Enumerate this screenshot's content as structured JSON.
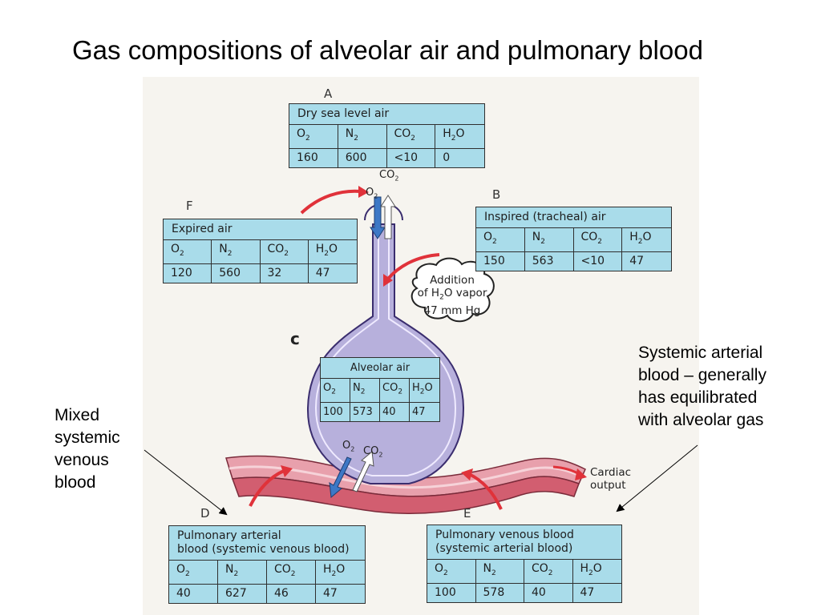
{
  "slide": {
    "title": "Gas compositions of alveolar air and pulmonary blood"
  },
  "panels": {
    "A": {
      "letter": "A",
      "title_lines": [
        "Dry sea level air"
      ],
      "headers": [
        "O2",
        "N2",
        "CO2",
        "H2O"
      ],
      "values": [
        "160",
        "600",
        "<10",
        "0"
      ]
    },
    "B": {
      "letter": "B",
      "title_lines": [
        "Inspired (tracheal) air"
      ],
      "headers": [
        "O2",
        "N2",
        "CO2",
        "H2O"
      ],
      "values": [
        "150",
        "563",
        "<10",
        "47"
      ]
    },
    "C": {
      "letter": "c",
      "title_lines": [
        "Alveolar air"
      ],
      "headers": [
        "O2",
        "N2",
        "CO2",
        "H2O"
      ],
      "values": [
        "100",
        "573",
        "40",
        "47"
      ]
    },
    "D": {
      "letter": "D",
      "title_lines": [
        "Pulmonary arterial",
        "blood (systemic venous blood)"
      ],
      "headers": [
        "O2",
        "N2",
        "CO2",
        "H2O"
      ],
      "values": [
        "40",
        "627",
        "46",
        "47"
      ]
    },
    "E": {
      "letter": "E",
      "title_lines": [
        "Pulmonary venous blood",
        "(systemic arterial blood)"
      ],
      "headers": [
        "O2",
        "N2",
        "CO2",
        "H2O"
      ],
      "values": [
        "100",
        "578",
        "40",
        "47"
      ]
    },
    "F": {
      "letter": "F",
      "title_lines": [
        "Expired air"
      ],
      "headers": [
        "O2",
        "N2",
        "CO2",
        "H2O"
      ],
      "values": [
        "120",
        "560",
        "32",
        "47"
      ]
    }
  },
  "vapor_bubble": {
    "lines": [
      "Addition",
      "of H2O vapor",
      "47 mm Hg"
    ]
  },
  "gas_exchange_labels": {
    "top_o2": "O2",
    "top_co2": "CO2",
    "bottom_o2": "O2",
    "bottom_co2": "CO2"
  },
  "flow_label": {
    "lines": [
      "Cardiac",
      "output"
    ]
  },
  "annotations": {
    "left_lines": [
      "Mixed",
      "systemic",
      "venous",
      "blood"
    ],
    "right_lines": [
      "Systemic arterial",
      "blood – generally",
      "has equilibrated",
      "with alveolar gas"
    ]
  },
  "colors": {
    "table_fill": "#a9dcea",
    "airway_fill": "#b7b0dc",
    "vessel_fill": "#e8a0ac",
    "arrow_red": "#e0323a",
    "arrow_blue": "#3d78c6"
  }
}
